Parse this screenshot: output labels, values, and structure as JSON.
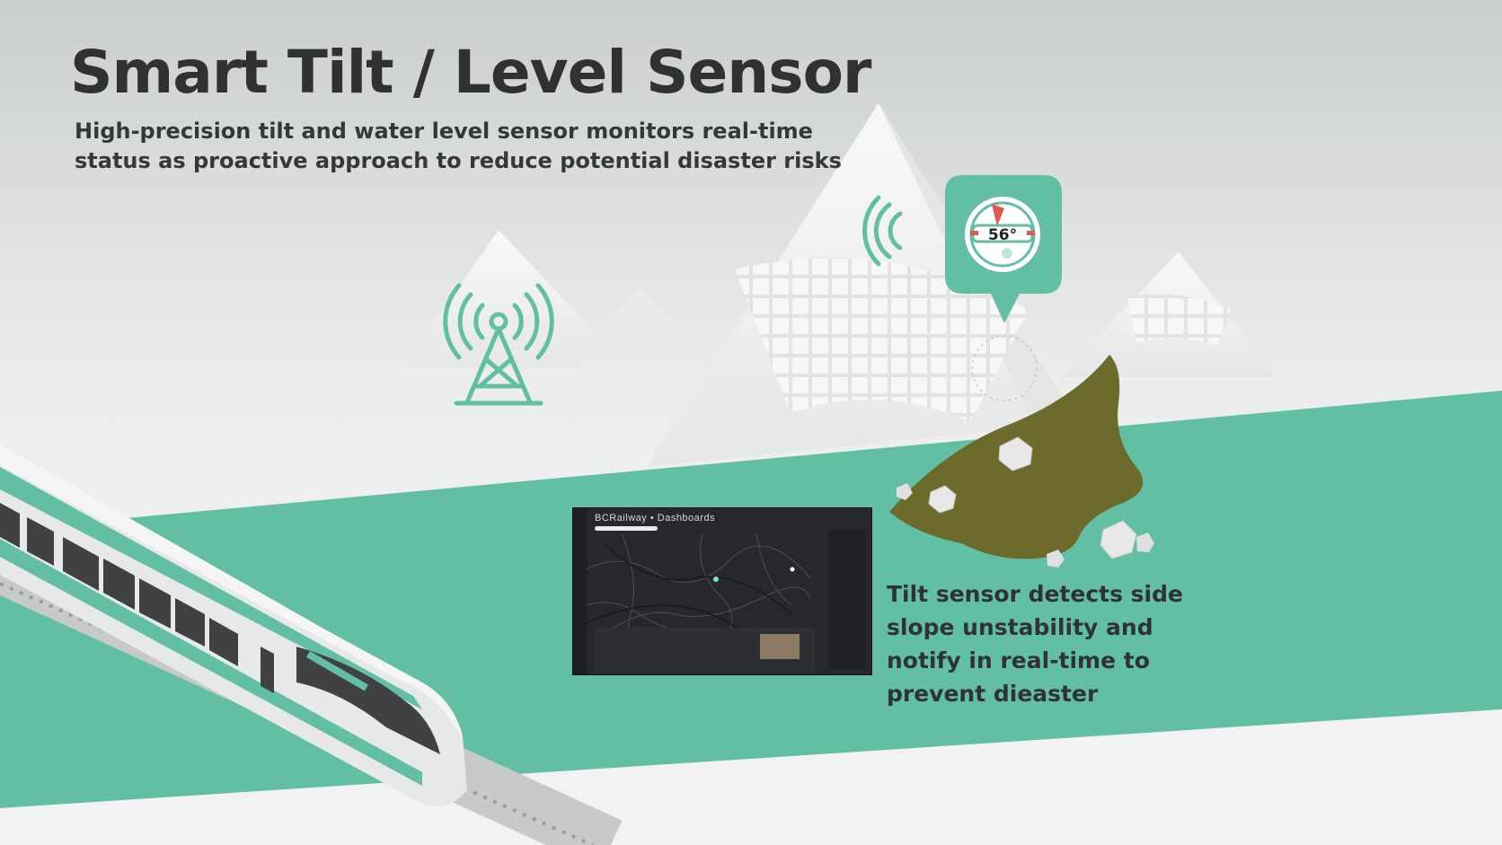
{
  "slide": {
    "title": "Smart Tilt / Level Sensor",
    "subtitle": "High-precision tilt and water level sensor monitors real-time status as proactive approach to reduce potential disaster risks",
    "caption": "Tilt sensor detects side slope unstability and notify in real-time to prevent dieaster"
  },
  "sensor_badge": {
    "angle_label": "56°",
    "icon": "tilt-gauge-icon"
  },
  "dashboard": {
    "title": "BCRailway • Dashboards"
  },
  "colors": {
    "accent": "#63bfa3",
    "mud": "#6d6b2c",
    "title": "#2f3133",
    "mountain": "#f1f2f2"
  }
}
